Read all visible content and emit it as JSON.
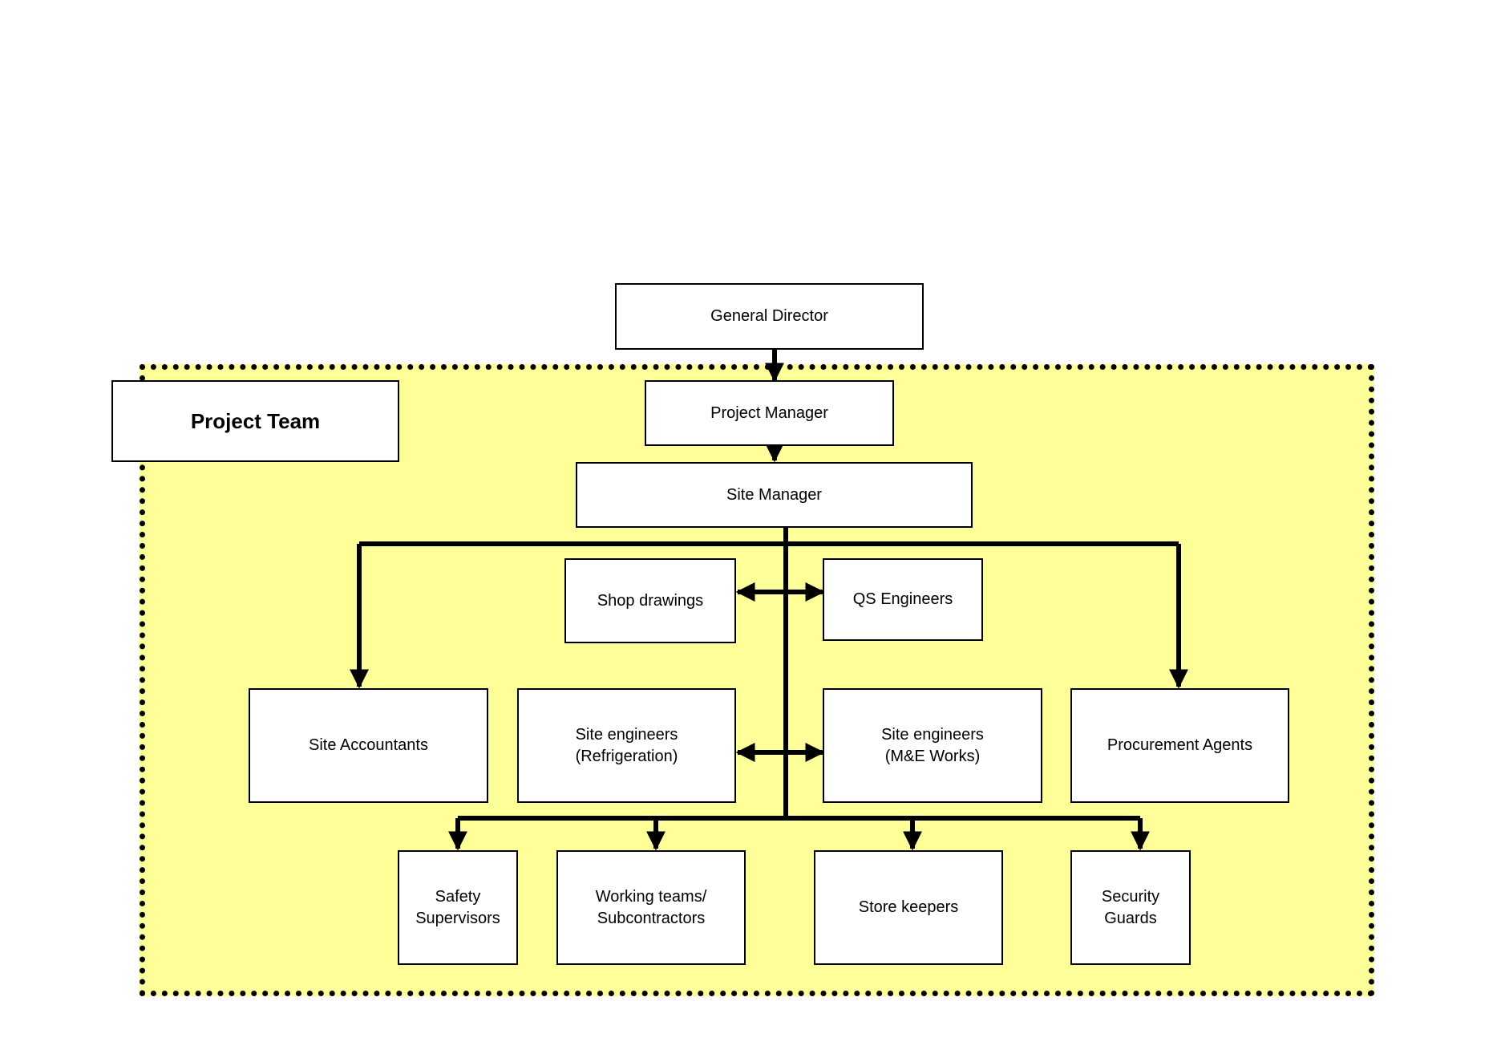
{
  "diagram": {
    "colors": {
      "team_zone_fill": "#ffff99",
      "line": "#000000",
      "box_fill": "#ffffff"
    },
    "team_label": "Project Team",
    "nodes": {
      "general_director": "General Director",
      "project_manager": "Project Manager",
      "site_manager": "Site Manager",
      "shop_drawings": "Shop drawings",
      "qs_engineers": "QS Engineers",
      "site_accountants": "Site Accountants",
      "site_engineers_refrigeration": "Site engineers\n(Refrigeration)",
      "site_engineers_me": "Site engineers\n(M&E Works)",
      "procurement_agents": "Procurement Agents",
      "safety_supervisors": "Safety\nSupervisors",
      "working_teams": "Working teams/\nSubcontractors",
      "store_keepers": "Store keepers",
      "security_guards": "Security\nGuards"
    }
  }
}
